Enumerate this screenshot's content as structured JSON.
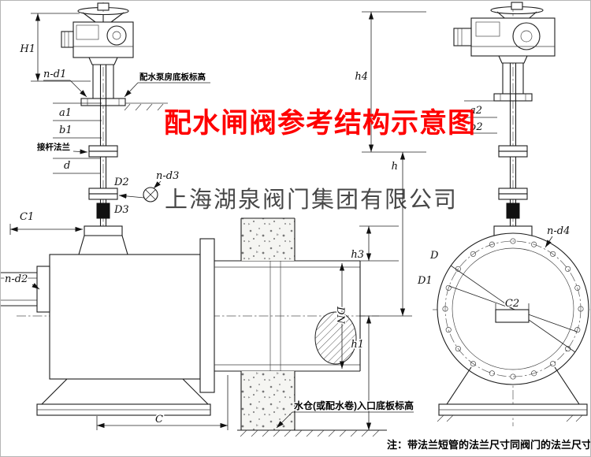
{
  "title": {
    "text": "配水闸阀参考结构示意图",
    "color": "#ff0000"
  },
  "watermark": {
    "text": "上海湖泉阀门集团有限公司"
  },
  "footnote": {
    "text": "注：带法兰短管的法兰尺寸同阀门的法兰尺寸"
  },
  "elevation_labels": {
    "pump_house_floor": "配水泵房底板标高",
    "inlet_floor": "水仓(或配水卷)入口底板标高"
  },
  "component_labels": {
    "stem_flange": "接杆法兰"
  },
  "dim_labels": {
    "H1": "H1",
    "n_d1": "n-d1",
    "a1": "a1",
    "b1": "b1",
    "d": "d",
    "D2": "D2",
    "n_d3": "n-d3",
    "D3": "D3",
    "C1": "C1",
    "n_d2": "n-d2",
    "C": "C",
    "DN": "DN",
    "h4": "h4",
    "h": "h",
    "h3": "h3",
    "h1": "h1",
    "a2": "a2",
    "b2": "b2",
    "n_d4": "n-d4",
    "D": "D",
    "D1": "D1",
    "C2": "C2"
  }
}
